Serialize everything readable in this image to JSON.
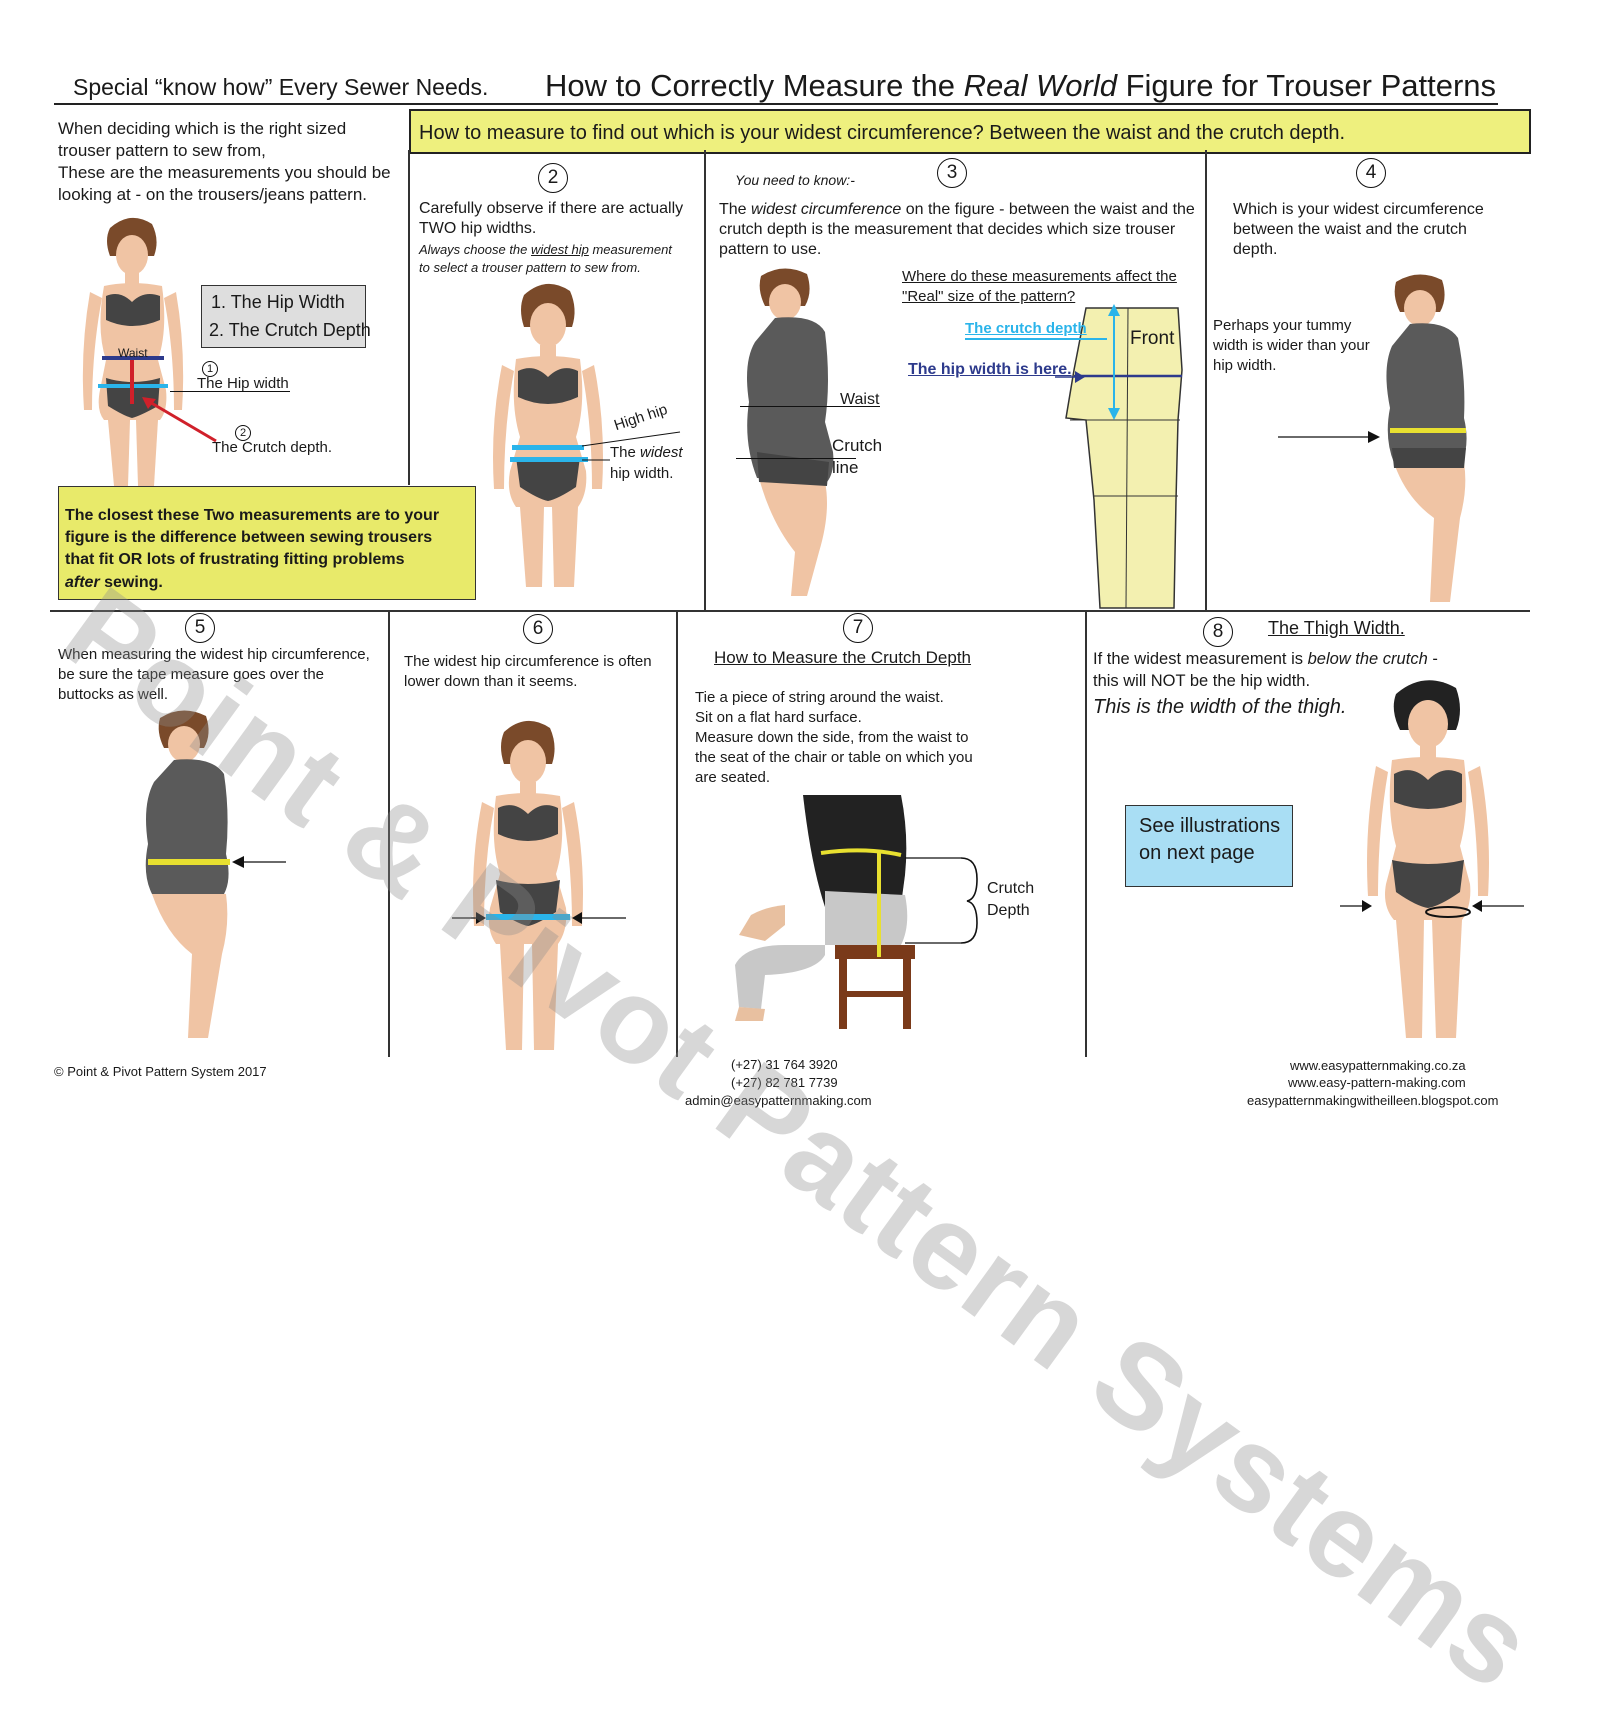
{
  "header": {
    "subtitle": "Special “know how” Every Sewer Needs.",
    "title_pre": "How to Correctly Measure the ",
    "title_em": "Real World",
    "title_post": " Figure  for Trouser Patterns"
  },
  "banner": "How to measure to find out which is your widest circumference? Between the waist and the crutch depth.",
  "panel1": {
    "lines": [
      "When deciding which is the right sized",
      "trouser pattern to sew from,",
      "These are the measurements you should be",
      " looking at - on the trousers/jeans pattern."
    ],
    "box": [
      "1. The Hip Width",
      "2. The Crutch Depth"
    ],
    "waist": "Waist",
    "n1": "1",
    "hip_width": "The Hip width",
    "n2": "2",
    "crutch_depth": "The Crutch depth.",
    "callout": [
      "The closest these Two measurements are to your",
      "figure is the difference between sewing trousers",
      "that fit OR lots of frustrating fitting problems"
    ],
    "callout_em": "after",
    "callout_end": " sewing."
  },
  "panel2": {
    "number": "2",
    "lines": [
      "Carefully observe if there are actually",
      "TWO hip widths."
    ],
    "note1_pre": "Always choose the ",
    "note1_u": "widest hip",
    "note1_post": " measurement",
    "note2": "to select a trouser pattern to sew from.",
    "high_hip": "High hip",
    "widest_pre": "The ",
    "widest_em": "widest",
    "widest2": "hip width."
  },
  "panel3": {
    "number": "3",
    "need": "You need to know:-",
    "line1_pre": "The ",
    "line1_em": "widest circumference",
    "line1_post": " on the figure - between the waist and the",
    "line2": "crutch depth is the measurement that decides which size trouser",
    "line3": "pattern to use.",
    "where1": "Where do these measurements affect the",
    "where2": "\"Real\" size of the pattern?",
    "crutch_label": "The crutch depth",
    "hip_label": "The hip width is here.",
    "front": "Front",
    "waist": "Waist",
    "crutch_line1": "Crutch",
    "crutch_line2": "line"
  },
  "panel4": {
    "number": "4",
    "lines": [
      "Which is your widest circumference",
      "between the waist and the crutch",
      "depth."
    ],
    "tummy": [
      "Perhaps your tummy",
      "width is wider than your",
      "hip width."
    ]
  },
  "panel5": {
    "number": "5",
    "lines": [
      "When measuring the widest hip circumference,",
      "be sure the tape measure goes over the",
      "buttocks as well."
    ]
  },
  "panel6": {
    "number": "6",
    "lines": [
      "The widest hip circumference is often",
      "lower down than it seems."
    ]
  },
  "panel7": {
    "number": "7",
    "heading": "How to Measure the Crutch Depth",
    "lines": [
      "Tie a piece of string around the waist.",
      "Sit on a flat hard surface.",
      "Measure down the side, from the waist to",
      "the seat of the chair or table on which you",
      "are seated."
    ],
    "crutch": "Crutch",
    "depth": "Depth"
  },
  "panel8": {
    "number": "8",
    "heading": "The Thigh Width.",
    "line1_pre": "If the widest measurement is ",
    "line1_em": "below the crutch",
    "line1_post": " -",
    "line2": "this will NOT be  the hip width.",
    "line3": "This is the width of the thigh.",
    "see": [
      "See illustrations",
      "on next page"
    ]
  },
  "footer": {
    "copyright": "© Point & Pivot Pattern System 2017",
    "phone1": "(+27) 31 764 3920",
    "phone2": "(+27) 82 781 7739",
    "email": "admin@easypatternmaking.com",
    "web1": "www.easypatternmaking.co.za",
    "web2": "www.easy-pattern-making.com",
    "web3": "easypatternmakingwitheilleen.blogspot.com"
  },
  "watermark": "Point & Pivot Pattern Systems",
  "colors": {
    "banner_bg": "#eef07e",
    "callout_bg": "#e8ea6a",
    "see_bg": "#a9def4",
    "crutch_blue": "#2ab4ea",
    "hip_navy": "#2d3a8c",
    "pattern_fill": "#f3f0b0",
    "tape_yellow": "#e8e030"
  }
}
